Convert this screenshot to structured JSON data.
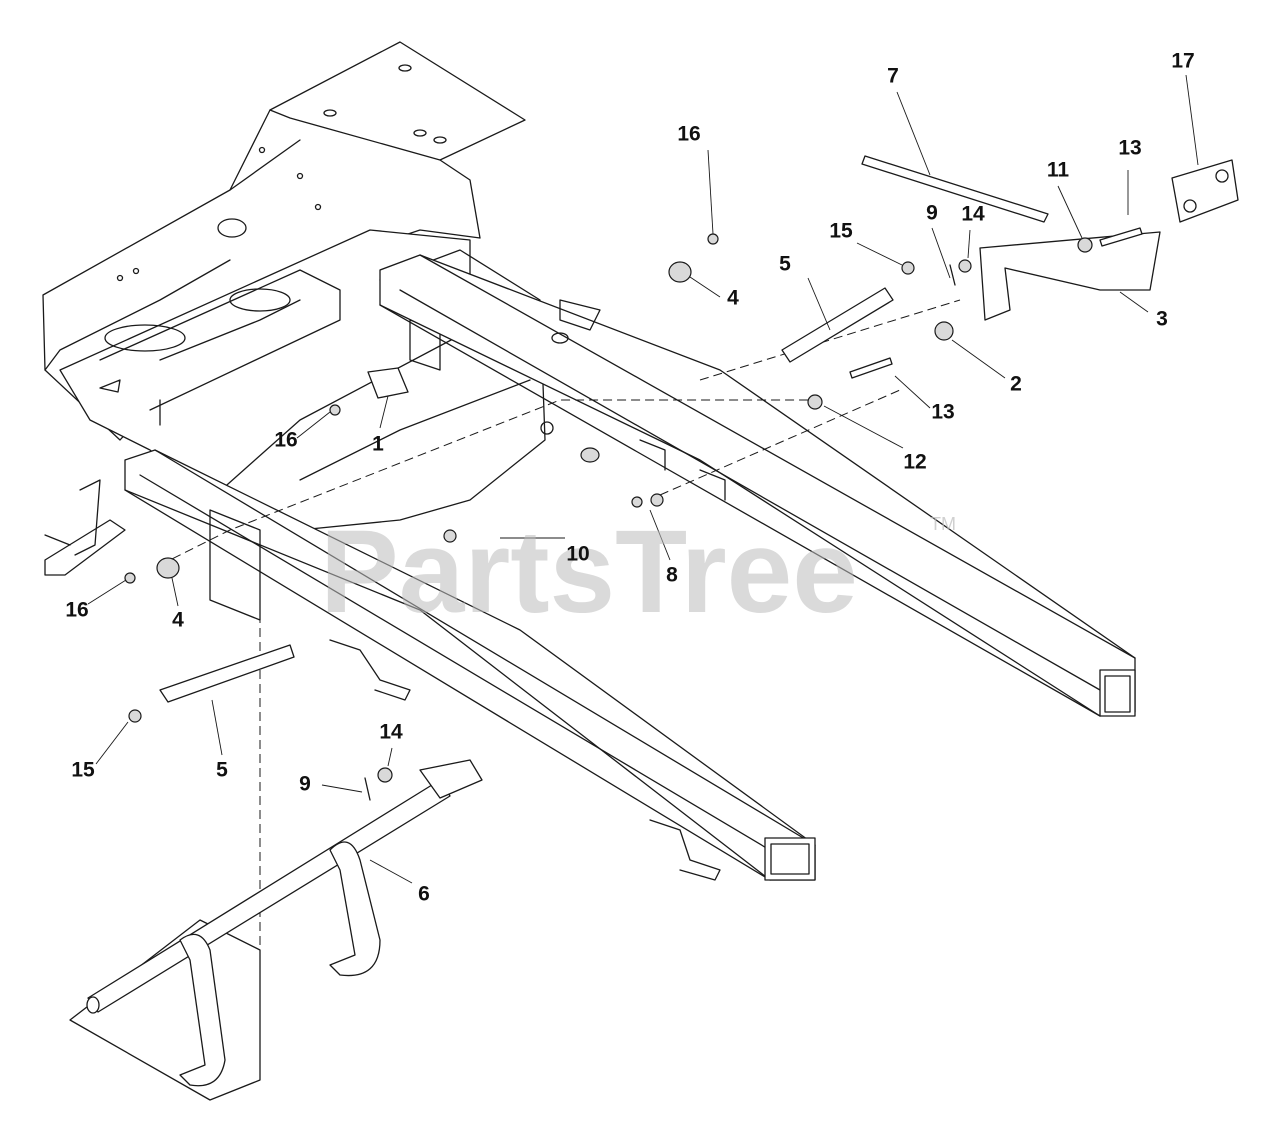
{
  "watermark": {
    "text": "PartsTree",
    "tm": "TM"
  },
  "callouts": [
    {
      "id": "1",
      "label": "1"
    },
    {
      "id": "2",
      "label": "2"
    },
    {
      "id": "3",
      "label": "3"
    },
    {
      "id": "4a",
      "label": "4"
    },
    {
      "id": "4b",
      "label": "4"
    },
    {
      "id": "5a",
      "label": "5"
    },
    {
      "id": "5b",
      "label": "5"
    },
    {
      "id": "6",
      "label": "6"
    },
    {
      "id": "7",
      "label": "7"
    },
    {
      "id": "8",
      "label": "8"
    },
    {
      "id": "9a",
      "label": "9"
    },
    {
      "id": "9b",
      "label": "9"
    },
    {
      "id": "10",
      "label": "10"
    },
    {
      "id": "11",
      "label": "11"
    },
    {
      "id": "12",
      "label": "12"
    },
    {
      "id": "13a",
      "label": "13"
    },
    {
      "id": "13b",
      "label": "13"
    },
    {
      "id": "14a",
      "label": "14"
    },
    {
      "id": "14b",
      "label": "14"
    },
    {
      "id": "15a",
      "label": "15"
    },
    {
      "id": "15b",
      "label": "15"
    },
    {
      "id": "16a",
      "label": "16"
    },
    {
      "id": "16b",
      "label": "16"
    },
    {
      "id": "16c",
      "label": "16"
    },
    {
      "id": "17",
      "label": "17"
    }
  ]
}
